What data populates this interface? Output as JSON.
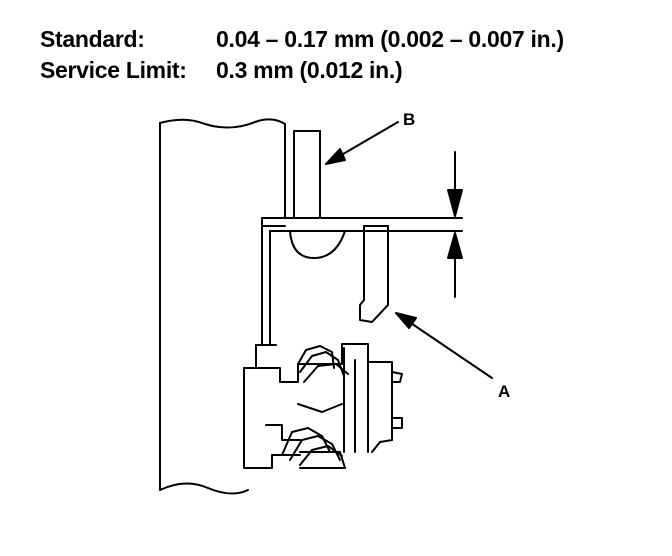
{
  "specs": {
    "standard_label": "Standard:",
    "standard_value": "0.04 – 0.17 mm (0.002 – 0.007 in.)",
    "service_limit_label": "Service Limit:",
    "service_limit_value": "0.3 mm (0.012 in.)"
  },
  "callouts": {
    "b": "B",
    "a": "A"
  },
  "colors": {
    "ink": "#000000",
    "paper": "#ffffff"
  }
}
